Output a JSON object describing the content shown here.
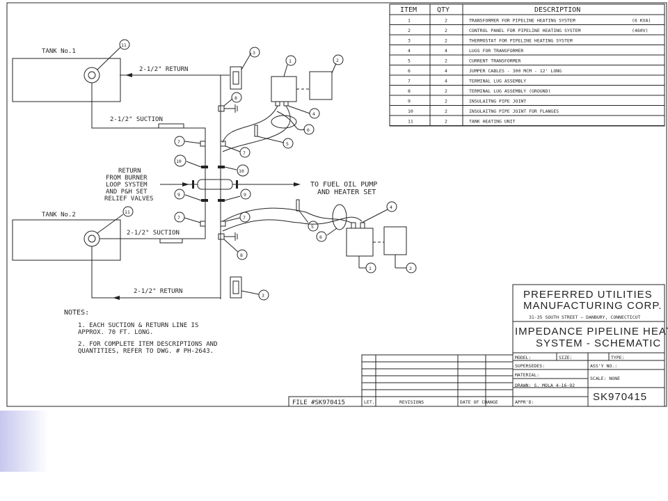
{
  "tanks": {
    "tank1": {
      "label": "TANK No.1"
    },
    "tank2": {
      "label": "TANK No.2"
    }
  },
  "line_labels": {
    "return_top": "2-1/2\" RETURN",
    "suction_top": "2-1/2\" SUCTION",
    "suction_bottom": "2-1/2\" SUCTION",
    "return_bottom": "2-1/2\" RETURN",
    "return_from": [
      "RETURN",
      "FROM BURNER",
      "LOOP SYSTEM",
      "AND P&H SET",
      "RELIEF VALVES"
    ],
    "to_fuel": [
      "TO FUEL OIL PUMP",
      "AND HEATER SET"
    ]
  },
  "callouts": {
    "tank1_unit": "11",
    "tank2_unit": "11",
    "ct_top": "3",
    "ct_bottom": "3",
    "gnd_top": "8",
    "gnd_bottom": "8",
    "jumper_l1": "7",
    "jumper_r1": "7",
    "jumper_l2": "7",
    "jumper_r2": "7",
    "joint_l": "10",
    "joint_r": "10",
    "joint_fl_l": "9",
    "joint_fl_r": "9",
    "xfmr_top": "1",
    "panel_top": "2",
    "xfmr_bottom": "1",
    "panel_bottom": "2",
    "lugs_top": "4",
    "lugs_bottom": "4",
    "cable_top": "6",
    "cable_bottom": "6",
    "ct_clamp_top": "5",
    "ct_clamp_bottom": "5"
  },
  "notes": {
    "heading": "NOTES:",
    "items": [
      [
        "1. EACH SUCTION & RETURN LINE IS",
        "   APPROX. 70 FT. LONG."
      ],
      [
        "2. FOR COMPLETE ITEM DESCRIPTIONS AND",
        "   QUANTITIES, REFER TO DWG. # PH-2643."
      ]
    ]
  },
  "item_table": {
    "headers": [
      "ITEM",
      "QTY",
      "DESCRIPTION"
    ],
    "rows": [
      {
        "item": "1",
        "qty": "2",
        "desc": "TRANSFORMER FOR PIPELINE HEATING SYSTEM",
        "note": "(6 KVA)"
      },
      {
        "item": "2",
        "qty": "2",
        "desc": "CONTROL PANEL FOR PIPELINE HEATING SYSTEM",
        "note": "(460V)"
      },
      {
        "item": "3",
        "qty": "2",
        "desc": "THERMOSTAT FOR PIPELINE HEATING SYSTEM",
        "note": ""
      },
      {
        "item": "4",
        "qty": "4",
        "desc": "LUGS FOR TRANSFORMER",
        "note": ""
      },
      {
        "item": "5",
        "qty": "2",
        "desc": "CURRENT TRANSFORMER",
        "note": ""
      },
      {
        "item": "6",
        "qty": "4",
        "desc": "JUMPER CABLES - 300 MCM - 12' LONG",
        "note": ""
      },
      {
        "item": "7",
        "qty": "4",
        "desc": "TERMINAL LUG ASSEMBLY",
        "note": ""
      },
      {
        "item": "8",
        "qty": "2",
        "desc": "TERMINAL LUG ASSEMBLY (GROUND)",
        "note": ""
      },
      {
        "item": "9",
        "qty": "2",
        "desc": "INSULAITNG PIPE JOINT",
        "note": ""
      },
      {
        "item": "10",
        "qty": "2",
        "desc": "INSULAITNG PIPE JOINT FOR FLANGES",
        "note": ""
      },
      {
        "item": "11",
        "qty": "2",
        "desc": "TANK HEATING UNIT",
        "note": ""
      }
    ]
  },
  "title_block": {
    "company_line1": "PREFERRED UTILITIES",
    "company_line2": "MANUFACTURING CORP.",
    "address": "31-35 SOUTH STREET — DANBURY, CONNECTICUT",
    "title_line1": "IMPEDANCE PIPELINE HEATING",
    "title_line2": "SYSTEM - SCHEMATIC",
    "model": "MODEL:",
    "size": "SIZE:",
    "type": "TYPE:",
    "supersedes": "SUPERSEDES:",
    "assy": "ASS'Y NO.:",
    "material": "MATERIAL:",
    "scale": "SCALE: NONE",
    "drawn": "DRAWN: S. MOLA 4-16-92",
    "apprd": "APPR'D:",
    "dwg_no": "SK970415"
  },
  "revisions": {
    "ltr": "LET.",
    "rev": "REVISIONS",
    "date": "DATE OF CHANGE"
  },
  "file_label": "FILE #SK970415",
  "colors": {
    "line": "#222222",
    "accent": "#c8c8ee"
  }
}
